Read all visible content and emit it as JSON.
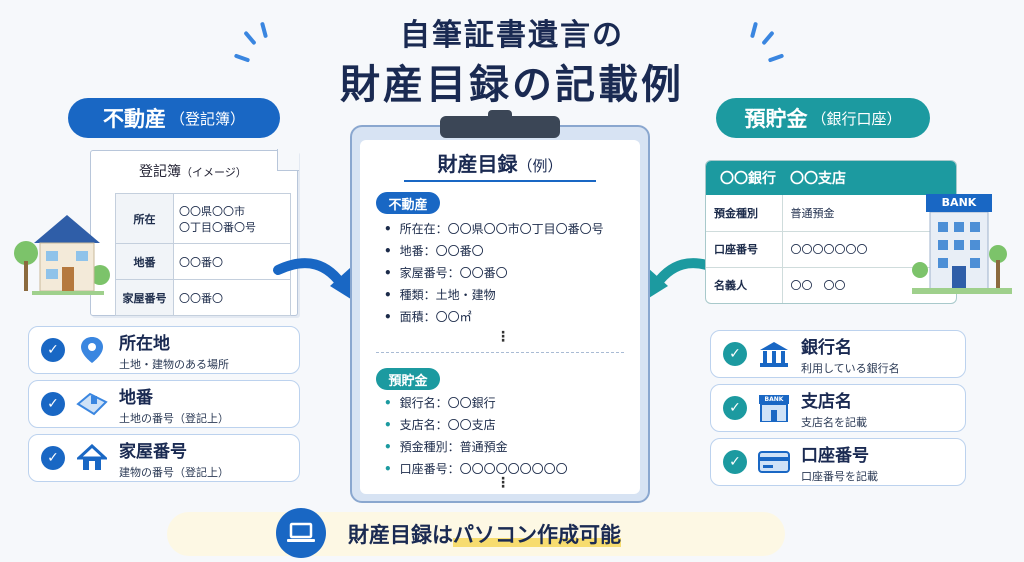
{
  "title": {
    "line1": "自筆証書遺言の",
    "line2": "財産目録の記載例"
  },
  "left": {
    "pill_main": "不動産",
    "pill_sub": "（登記簿）",
    "registry": {
      "title": "登記簿",
      "title_sub": "（イメージ）",
      "rows": [
        {
          "label": "所在",
          "value_line1": "〇〇県〇〇市",
          "value_line2": "〇丁目〇番〇号"
        },
        {
          "label": "地番",
          "value_line1": "〇〇番〇",
          "value_line2": ""
        },
        {
          "label": "家屋番号",
          "value_line1": "〇〇番〇",
          "value_line2": ""
        }
      ]
    },
    "cards": [
      {
        "title": "所在地",
        "sub": "土地・建物のある場所",
        "icon": "map-pin-icon"
      },
      {
        "title": "地番",
        "sub": "土地の番号（登記上）",
        "icon": "land-parcel-icon"
      },
      {
        "title": "家屋番号",
        "sub": "建物の番号（登記上）",
        "icon": "house-icon"
      }
    ]
  },
  "center": {
    "title": "財産目録",
    "title_sub": "（例）",
    "real_estate_tag": "不動産",
    "real_estate_items": [
      "所在在：〇〇県〇〇市〇丁目〇番〇号",
      "地番：〇〇番〇",
      "家屋番号：〇〇番〇",
      "種類：土地・建物",
      "面積：〇〇㎡"
    ],
    "deposit_tag": "預貯金",
    "deposit_items": [
      "銀行名：〇〇銀行",
      "支店名：〇〇支店",
      "預金種別：普通預金",
      "口座番号：〇〇〇〇〇〇〇〇〇"
    ],
    "ellipsis": "⋮"
  },
  "right": {
    "pill_main": "預貯金",
    "pill_sub": "（銀行口座）",
    "bank": {
      "header": "〇〇銀行　〇〇支店",
      "sign": "BANK",
      "rows": [
        {
          "label": "預金種別",
          "value": "普通預金"
        },
        {
          "label": "口座番号",
          "value": "〇〇〇〇〇〇〇"
        },
        {
          "label": "名義人",
          "value": "〇〇　〇〇"
        }
      ]
    },
    "cards": [
      {
        "title": "銀行名",
        "sub": "利用している銀行名",
        "icon": "bank-building-icon"
      },
      {
        "title": "支店名",
        "sub": "支店名を記載",
        "icon": "bank-branch-icon",
        "icon_text": "BANK"
      },
      {
        "title": "口座番号",
        "sub": "口座番号を記載",
        "icon": "card-icon"
      }
    ]
  },
  "banner": {
    "prefix": "財産目録は",
    "highlight": "パソコン作成可能"
  },
  "colors": {
    "blue": "#1967c4",
    "teal": "#1c9aa0",
    "navy": "#1a2a52",
    "highlight": "#f7dc6f"
  },
  "check_symbol": "✓"
}
